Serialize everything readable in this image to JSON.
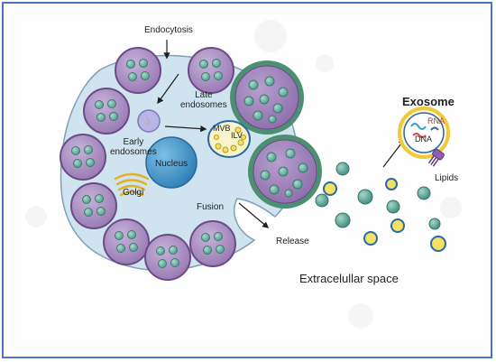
{
  "labels": {
    "endocytosis": "Endocytosis",
    "late_endosomes": "Late\nendosomes",
    "early_endosomes": "Early\nendosomes",
    "nucleus": "Nucleus",
    "golgi": "Golgi",
    "mvb": "MVB",
    "ilv": "ILV",
    "fusion": "Fusion",
    "release": "Release",
    "exosome": "Exosome",
    "rna": "RNA",
    "dna": "DNA",
    "lipids": "Lipids",
    "extracellular_space": "Extracelullar space"
  },
  "colors": {
    "frame": "#4a73c0",
    "cell_fill": "#cfe4ef",
    "cell_stroke": "#7fa0b6",
    "vesicle_fill": "#a889bd",
    "vesicle_stroke": "#6b4a86",
    "dot_fill": "#6fb2a5",
    "nucleus_fill": "#3a8fc2",
    "mvb_ring": "#4d8f73",
    "exosome_yellow": "#f4e063",
    "exosome_ring": "#2a69a6",
    "arrow": "#1f1f1f"
  }
}
